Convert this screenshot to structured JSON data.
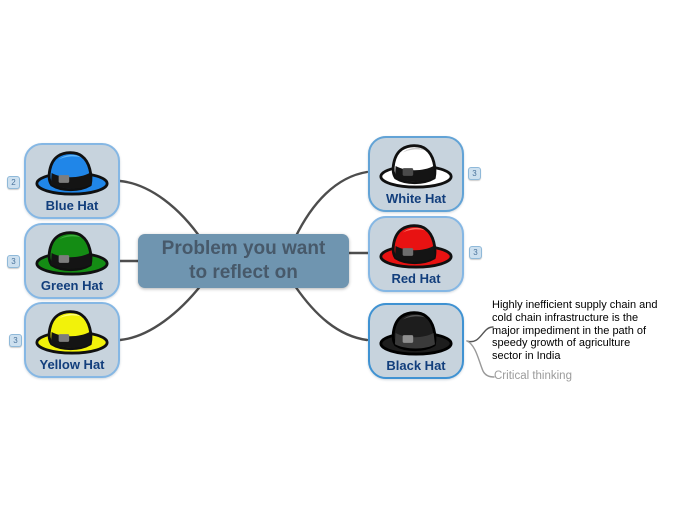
{
  "map": {
    "background": "#ffffff",
    "card_bg": "#c7d3dd",
    "connector_color": "#4d4d4d"
  },
  "center_node": {
    "label": "Problem you want to reflect on",
    "lines": [
      "Problem you want",
      "to reflect on"
    ],
    "bg_color": "#6f95b0",
    "text_color": "#47596a"
  },
  "label_color": "#123e7c",
  "badge_style": {
    "bg": "#cde0ef",
    "border": "#8fb9d9",
    "text_color": "#49729b"
  },
  "nodes": [
    {
      "id": "blue-hat",
      "label": "Blue Hat",
      "badge": "2",
      "border_color": "#85b7e4",
      "colors": {
        "main": "#2086e8",
        "shine": "#66b8f7",
        "band": "#141414",
        "buckle": "#7d7d7d",
        "outline": "#101010"
      }
    },
    {
      "id": "green-hat",
      "label": "Green Hat",
      "badge": "3",
      "border_color": "#85b7e4",
      "colors": {
        "main": "#148c14",
        "shine": "#3fae3f",
        "band": "#141414",
        "buckle": "#7d7d7d",
        "outline": "#101010"
      }
    },
    {
      "id": "yellow-hat",
      "label": "Yellow Hat",
      "badge": "3",
      "border_color": "#85b7e4",
      "colors": {
        "main": "#f2f20a",
        "shine": "#ffff80",
        "band": "#141414",
        "buckle": "#7d7d7d",
        "outline": "#101010"
      }
    },
    {
      "id": "white-hat",
      "label": "White Hat",
      "badge": "3",
      "border_color": "#62a3d6",
      "colors": {
        "main": "#ffffff",
        "shine": "#c9c9c9",
        "band": "#141414",
        "buckle": "#4a4a4a",
        "outline": "#101010"
      }
    },
    {
      "id": "red-hat",
      "label": "Red Hat",
      "badge": "3",
      "border_color": "#85b7e4",
      "colors": {
        "main": "#e81212",
        "shine": "#ff7365",
        "band": "#141414",
        "buckle": "#6e6e6e",
        "outline": "#101010"
      }
    },
    {
      "id": "black-hat",
      "label": "Black Hat",
      "badge": "",
      "border_color": "#3f92d2",
      "colors": {
        "main": "#1d1d1d",
        "shine": "#565656",
        "band": "#3a3a3a",
        "buckle": "#8f8f8f",
        "outline": "#000000"
      }
    }
  ],
  "annotation": {
    "note_lines": [
      "Highly inefficient supply chain and",
      "cold chain infrastructure is the",
      "major impediment in the path of",
      "speedy growth of agriculture",
      "sector in India"
    ],
    "note_text": "Highly inefficient supply chain and cold chain infrastructure is the major impediment in the path of speedy growth of agriculture sector in India",
    "note_color": "#000000",
    "label": "Critical thinking",
    "label_color": "#9b9b9b",
    "connector_dark": "#555555",
    "connector_light": "#999999"
  }
}
